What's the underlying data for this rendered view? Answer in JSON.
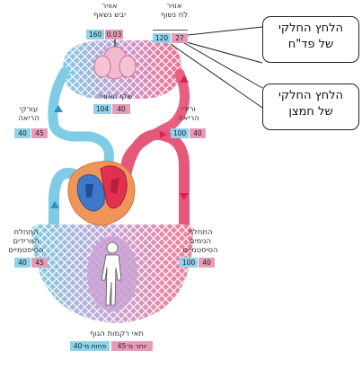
{
  "top_left": {
    "title_line1": "אוויר",
    "title_line2": "יבש נשאף",
    "blue_value": "160",
    "pink_value": "0.03"
  },
  "top_right": {
    "title_line1": "אוויר",
    "title_line2": "לח נשוף",
    "blue_value": "120",
    "pink_value": "27"
  },
  "callouts": [
    {
      "line1": "הלחץ החלקי",
      "line2": "של פד\"ח"
    },
    {
      "line1": "הלחץ החלקי",
      "line2": "של חמצן"
    }
  ],
  "alveoli": {
    "label": "שקי האוויר",
    "blue_value": "104",
    "pink_value": "40"
  },
  "pulmonary_arteries": {
    "line1": "עורקי",
    "line2": "הריאה",
    "blue_value": "40",
    "pink_value": "45"
  },
  "pulmonary_veins": {
    "line1": "ורידי",
    "line2": "הריאה",
    "blue_value": "100",
    "pink_value": "40"
  },
  "systemic_veins": {
    "line1": "התחלת",
    "line2": "הוורידים",
    "line3": "הסיסטמיים",
    "blue_value": "40",
    "pink_value": "45"
  },
  "systemic_capillaries": {
    "line1": "התחלת",
    "line2": "הנימים",
    "line3": "הסיסטמיים",
    "blue_value": "100",
    "pink_value": "40"
  },
  "body_tissues": {
    "label": "תאי רקמות הגוף",
    "less_label": "פחות מ־40",
    "more_label": "יותר מ־45"
  },
  "colors": {
    "oxygenated": "#e8456b",
    "deoxygenated": "#6cc6e6",
    "oxygen_box": "#8fd3ea",
    "co2_box": "#e79bb8",
    "heart_outer": "#f0955a"
  }
}
